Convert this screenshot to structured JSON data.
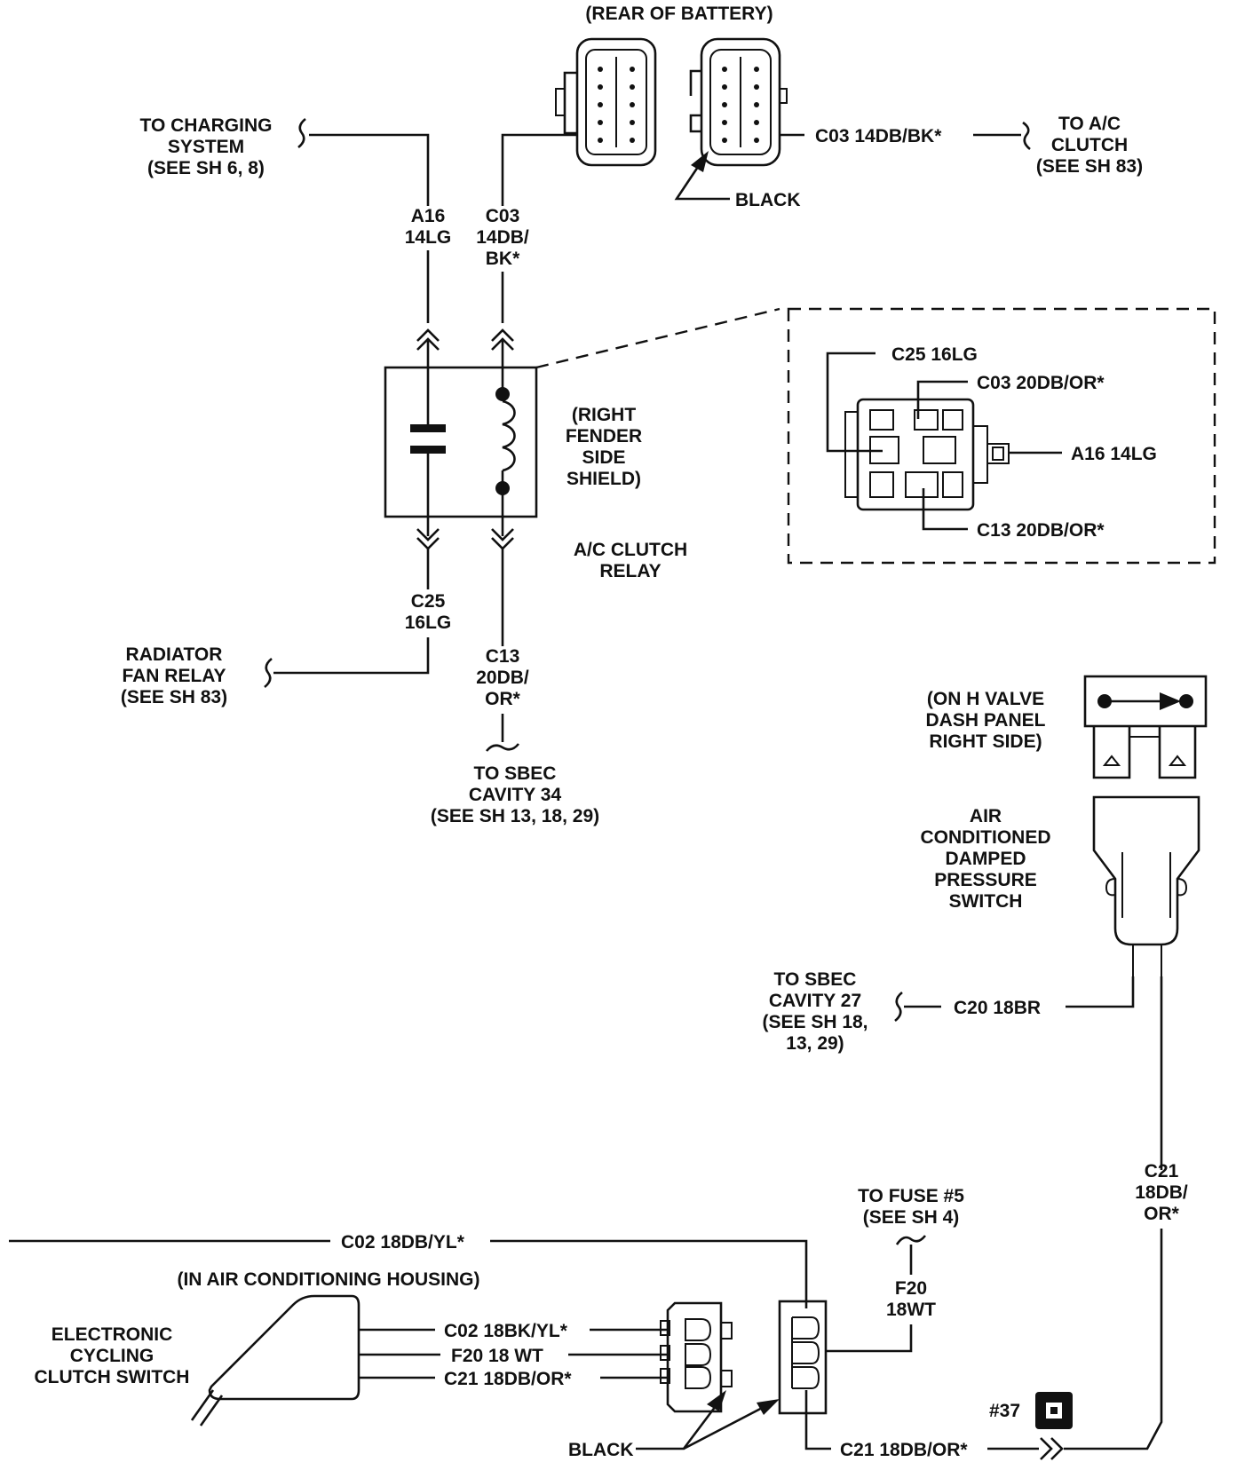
{
  "labels": {
    "rear_of_battery": "(REAR OF BATTERY)",
    "to_charging_1": "TO CHARGING",
    "to_charging_2": "SYSTEM",
    "to_charging_3": "(SEE SH 6, 8)",
    "c03_14db_bk": "C03 14DB/BK*",
    "to_ac_clutch_1": "TO A/C",
    "to_ac_clutch_2": "CLUTCH",
    "to_ac_clutch_3": "(SEE SH 83)",
    "black_top": "BLACK",
    "a16_1": "A16",
    "a16_2": "14LG",
    "c03_1": "C03",
    "c03_2": "14DB/",
    "c03_3": "BK*",
    "right_fender_1": "(RIGHT",
    "right_fender_2": "FENDER",
    "right_fender_3": "SIDE",
    "right_fender_4": "SHIELD)",
    "ac_relay_1": "A/C CLUTCH",
    "ac_relay_2": "RELAY",
    "c25_1": "C25",
    "c25_2": "16LG",
    "radiator_1": "RADIATOR",
    "radiator_2": "FAN RELAY",
    "radiator_3": "(SEE SH 83)",
    "c13_1": "C13",
    "c13_2": "20DB/",
    "c13_3": "OR*",
    "sbec34_1": "TO SBEC",
    "sbec34_2": "CAVITY 34",
    "sbec34_3": "(SEE SH 13, 18, 29)",
    "inset_c25": "C25 16LG",
    "inset_c03": "C03 20DB/OR*",
    "inset_a16": "A16 14LG",
    "inset_c13": "C13 20DB/OR*",
    "hvalve_1": "(ON H VALVE",
    "hvalve_2": "DASH PANEL",
    "hvalve_3": "RIGHT SIDE)",
    "switch_1": "AIR",
    "switch_2": "CONDITIONED",
    "switch_3": "DAMPED",
    "switch_4": "PRESSURE",
    "switch_5": "SWITCH",
    "sbec27_1": "TO SBEC",
    "sbec27_2": "CAVITY 27",
    "sbec27_3": "(SEE SH 18,",
    "sbec27_4": "13, 29)",
    "c20": "C20 18BR",
    "c21v_1": "C21",
    "c21v_2": "18DB/",
    "c21v_3": "OR*",
    "fuse_1": "TO FUSE #5",
    "fuse_2": "(SEE SH 4)",
    "c02_top": "C02 18DB/YL*",
    "housing": "(IN AIR CONDITIONING HOUSING)",
    "ecc_1": "ELECTRONIC",
    "ecc_2": "CYCLING",
    "ecc_3": "CLUTCH SWITCH",
    "c02_bk": "C02 18BK/YL*",
    "f20_wt": "F20 18 WT",
    "c21_conn": "C21 18DB/OR*",
    "f20_1": "F20",
    "f20_2": "18WT",
    "black_bottom": "BLACK",
    "c21_bottom": "C21 18DB/OR*",
    "num37": "#37"
  }
}
